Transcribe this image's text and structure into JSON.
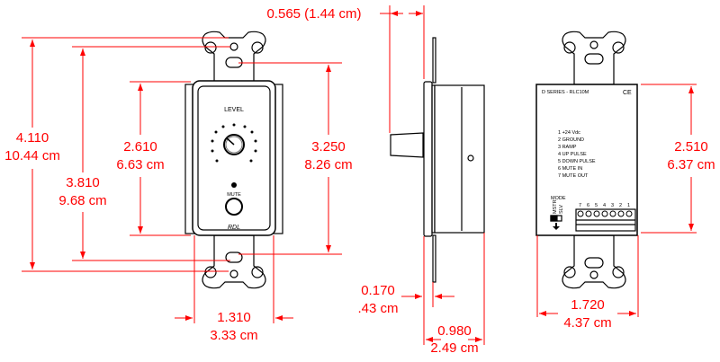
{
  "diagram": {
    "title": "RDL D Series RLC10M wall plate dimensional drawing",
    "views": [
      "front",
      "side",
      "rear"
    ],
    "dimensions": {
      "overall_height": {
        "in": "4.110",
        "cm": "10.44 cm"
      },
      "mount_hole_spacing": {
        "in": "3.810",
        "cm": "9.68 cm"
      },
      "faceplate_height": {
        "in": "2.610",
        "cm": "6.63 cm"
      },
      "ear_slot_spacing": {
        "in": "3.250",
        "cm": "8.26 cm"
      },
      "faceplate_width": {
        "in": "1.310",
        "cm": "3.33 cm"
      },
      "knob_depth": {
        "label": "0.565 (1.44 cm)"
      },
      "flange_thickness": {
        "in": "0.170",
        "cm": ".43 cm"
      },
      "body_depth": {
        "in": "0.980",
        "cm": "2.49 cm"
      },
      "rear_width": {
        "in": "1.720",
        "cm": "4.37 cm"
      },
      "rear_height": {
        "in": "2.510",
        "cm": "6.37 cm"
      }
    },
    "front": {
      "level_label": "LEVEL",
      "mute_label": "MUTE",
      "brand": "RDL"
    },
    "rear": {
      "model": "D SERIES - RLC10M",
      "ce_mark": "CE",
      "pins": [
        "1  +24 Vdc",
        "2  GROUND",
        "3  RAMP",
        "4  UP PULSE",
        "5  DOWN PULSE",
        "6  MUTE IN",
        "7  MUTE OUT"
      ],
      "mode_label": "MODE",
      "mode_options": [
        "MSTR",
        "SLV"
      ],
      "terminal_numbers": [
        "7",
        "6",
        "5",
        "4",
        "3",
        "2",
        "1"
      ]
    },
    "colors": {
      "dimension": "#ff0000",
      "outline": "#000000"
    }
  }
}
